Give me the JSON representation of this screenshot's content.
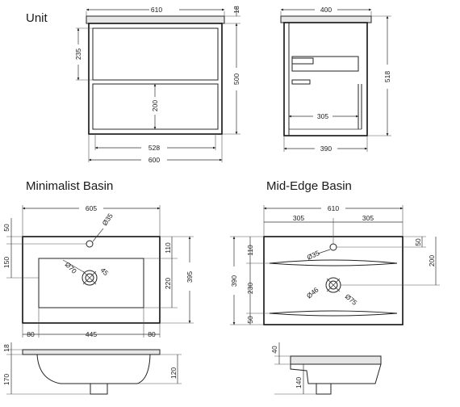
{
  "titles": {
    "unit": "Unit",
    "minimalist": "Minimalist Basin",
    "mid_edge": "Mid-Edge Basin"
  },
  "unit_front": {
    "width_top": "610",
    "width_outer": "600",
    "width_inner": "528",
    "height_total": "500",
    "top_thickness": "18",
    "drawer_height": "235",
    "shelf_height": "200"
  },
  "unit_side": {
    "depth_top": "400",
    "depth_bottom": "390",
    "height_total": "518",
    "inner_depth": "305"
  },
  "minimalist_plan": {
    "width": "605",
    "left_margin": "80",
    "bowl_width": "445",
    "right_margin": "80",
    "tap_offset": "50",
    "bowl_top": "150",
    "tap_hole": "Ø35",
    "waste_hole": "Ø70",
    "waste_angle": "45",
    "right_110": "110",
    "bowl_depth": "220",
    "depth": "395"
  },
  "minimalist_section": {
    "top_thickness": "18",
    "depth": "170",
    "bowl_depth": "120"
  },
  "mid_edge_plan": {
    "width": "610",
    "half_left": "305",
    "half_right": "305",
    "tap_hole": "Ø35",
    "tap_offset": "50",
    "left_110": "110",
    "depth": "390",
    "bowl_depth": "230",
    "bottom_50": "50",
    "waste_hole": "Ø46",
    "waste_outer": "Ø75",
    "right_200": "200"
  },
  "mid_edge_section": {
    "top_thickness": "40",
    "depth": "140"
  }
}
